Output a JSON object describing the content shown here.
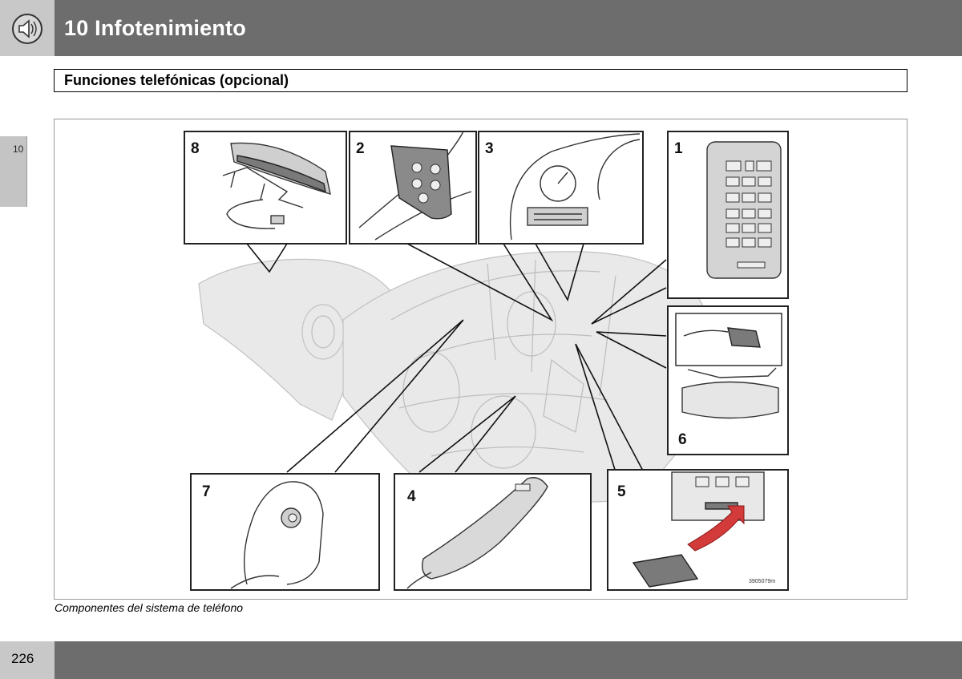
{
  "header": {
    "title": "10 Infotenimiento",
    "icon": "speaker-icon"
  },
  "section": {
    "title": "Funciones telefónicas (opcional)"
  },
  "side_tab": {
    "chapter": "10"
  },
  "figure": {
    "callouts": [
      "1",
      "2",
      "3",
      "4",
      "5",
      "6",
      "7",
      "8"
    ],
    "code": "3905079m",
    "caption": "Componentes del sistema de teléfono"
  },
  "footer": {
    "page_number": "226"
  }
}
